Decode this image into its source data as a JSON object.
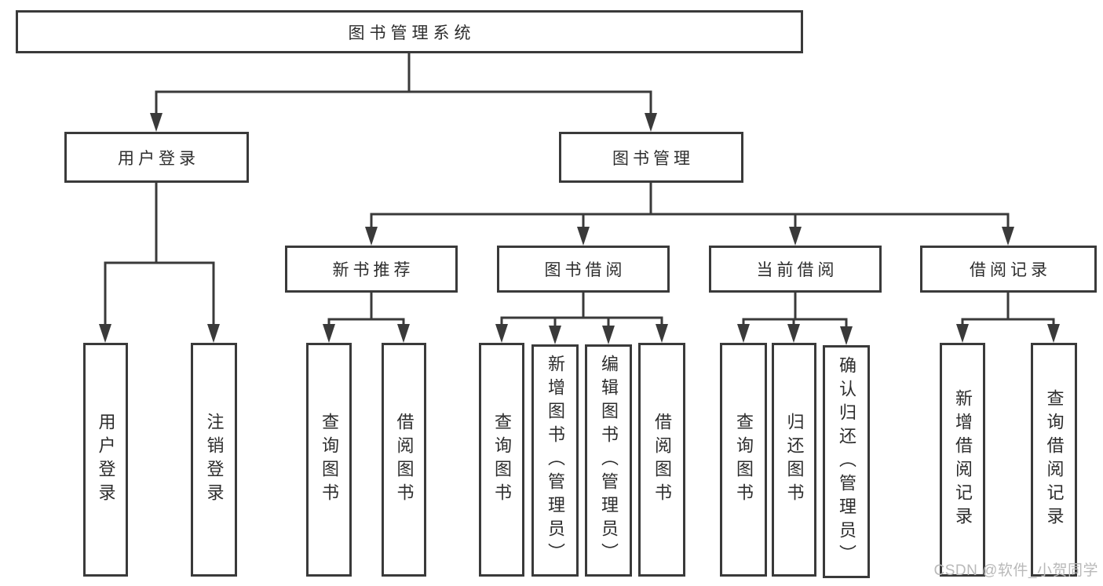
{
  "diagram": {
    "root": {
      "label": "图书管理系统"
    },
    "level2": [
      {
        "label": "用户登录"
      },
      {
        "label": "图书管理"
      }
    ],
    "level3": [
      {
        "label": "新书推荐"
      },
      {
        "label": "图书借阅"
      },
      {
        "label": "当前借阅"
      },
      {
        "label": "借阅记录"
      }
    ],
    "level4_groups": [
      {
        "parent": "用户登录",
        "children": [
          "用户登录",
          "注销登录"
        ]
      },
      {
        "parent": "新书推荐",
        "children": [
          "查询图书",
          "借阅图书"
        ]
      },
      {
        "parent": "图书借阅",
        "children": [
          "查询图书",
          "新增图书（管理员）",
          "编辑图书（管理员）",
          "借阅图书"
        ]
      },
      {
        "parent": "当前借阅",
        "children": [
          "查询图书",
          "归还图书",
          "确认归还（管理员）"
        ]
      },
      {
        "parent": "借阅记录",
        "children": [
          "新增借阅记录",
          "查询借阅记录"
        ]
      }
    ],
    "colors": {
      "line": "#3a3a3a",
      "text": "#2d2d2d",
      "background": "#ffffff",
      "watermark": "#b9b9b9"
    }
  },
  "watermark": {
    "text": "CSDN @软件_小贺同学"
  }
}
